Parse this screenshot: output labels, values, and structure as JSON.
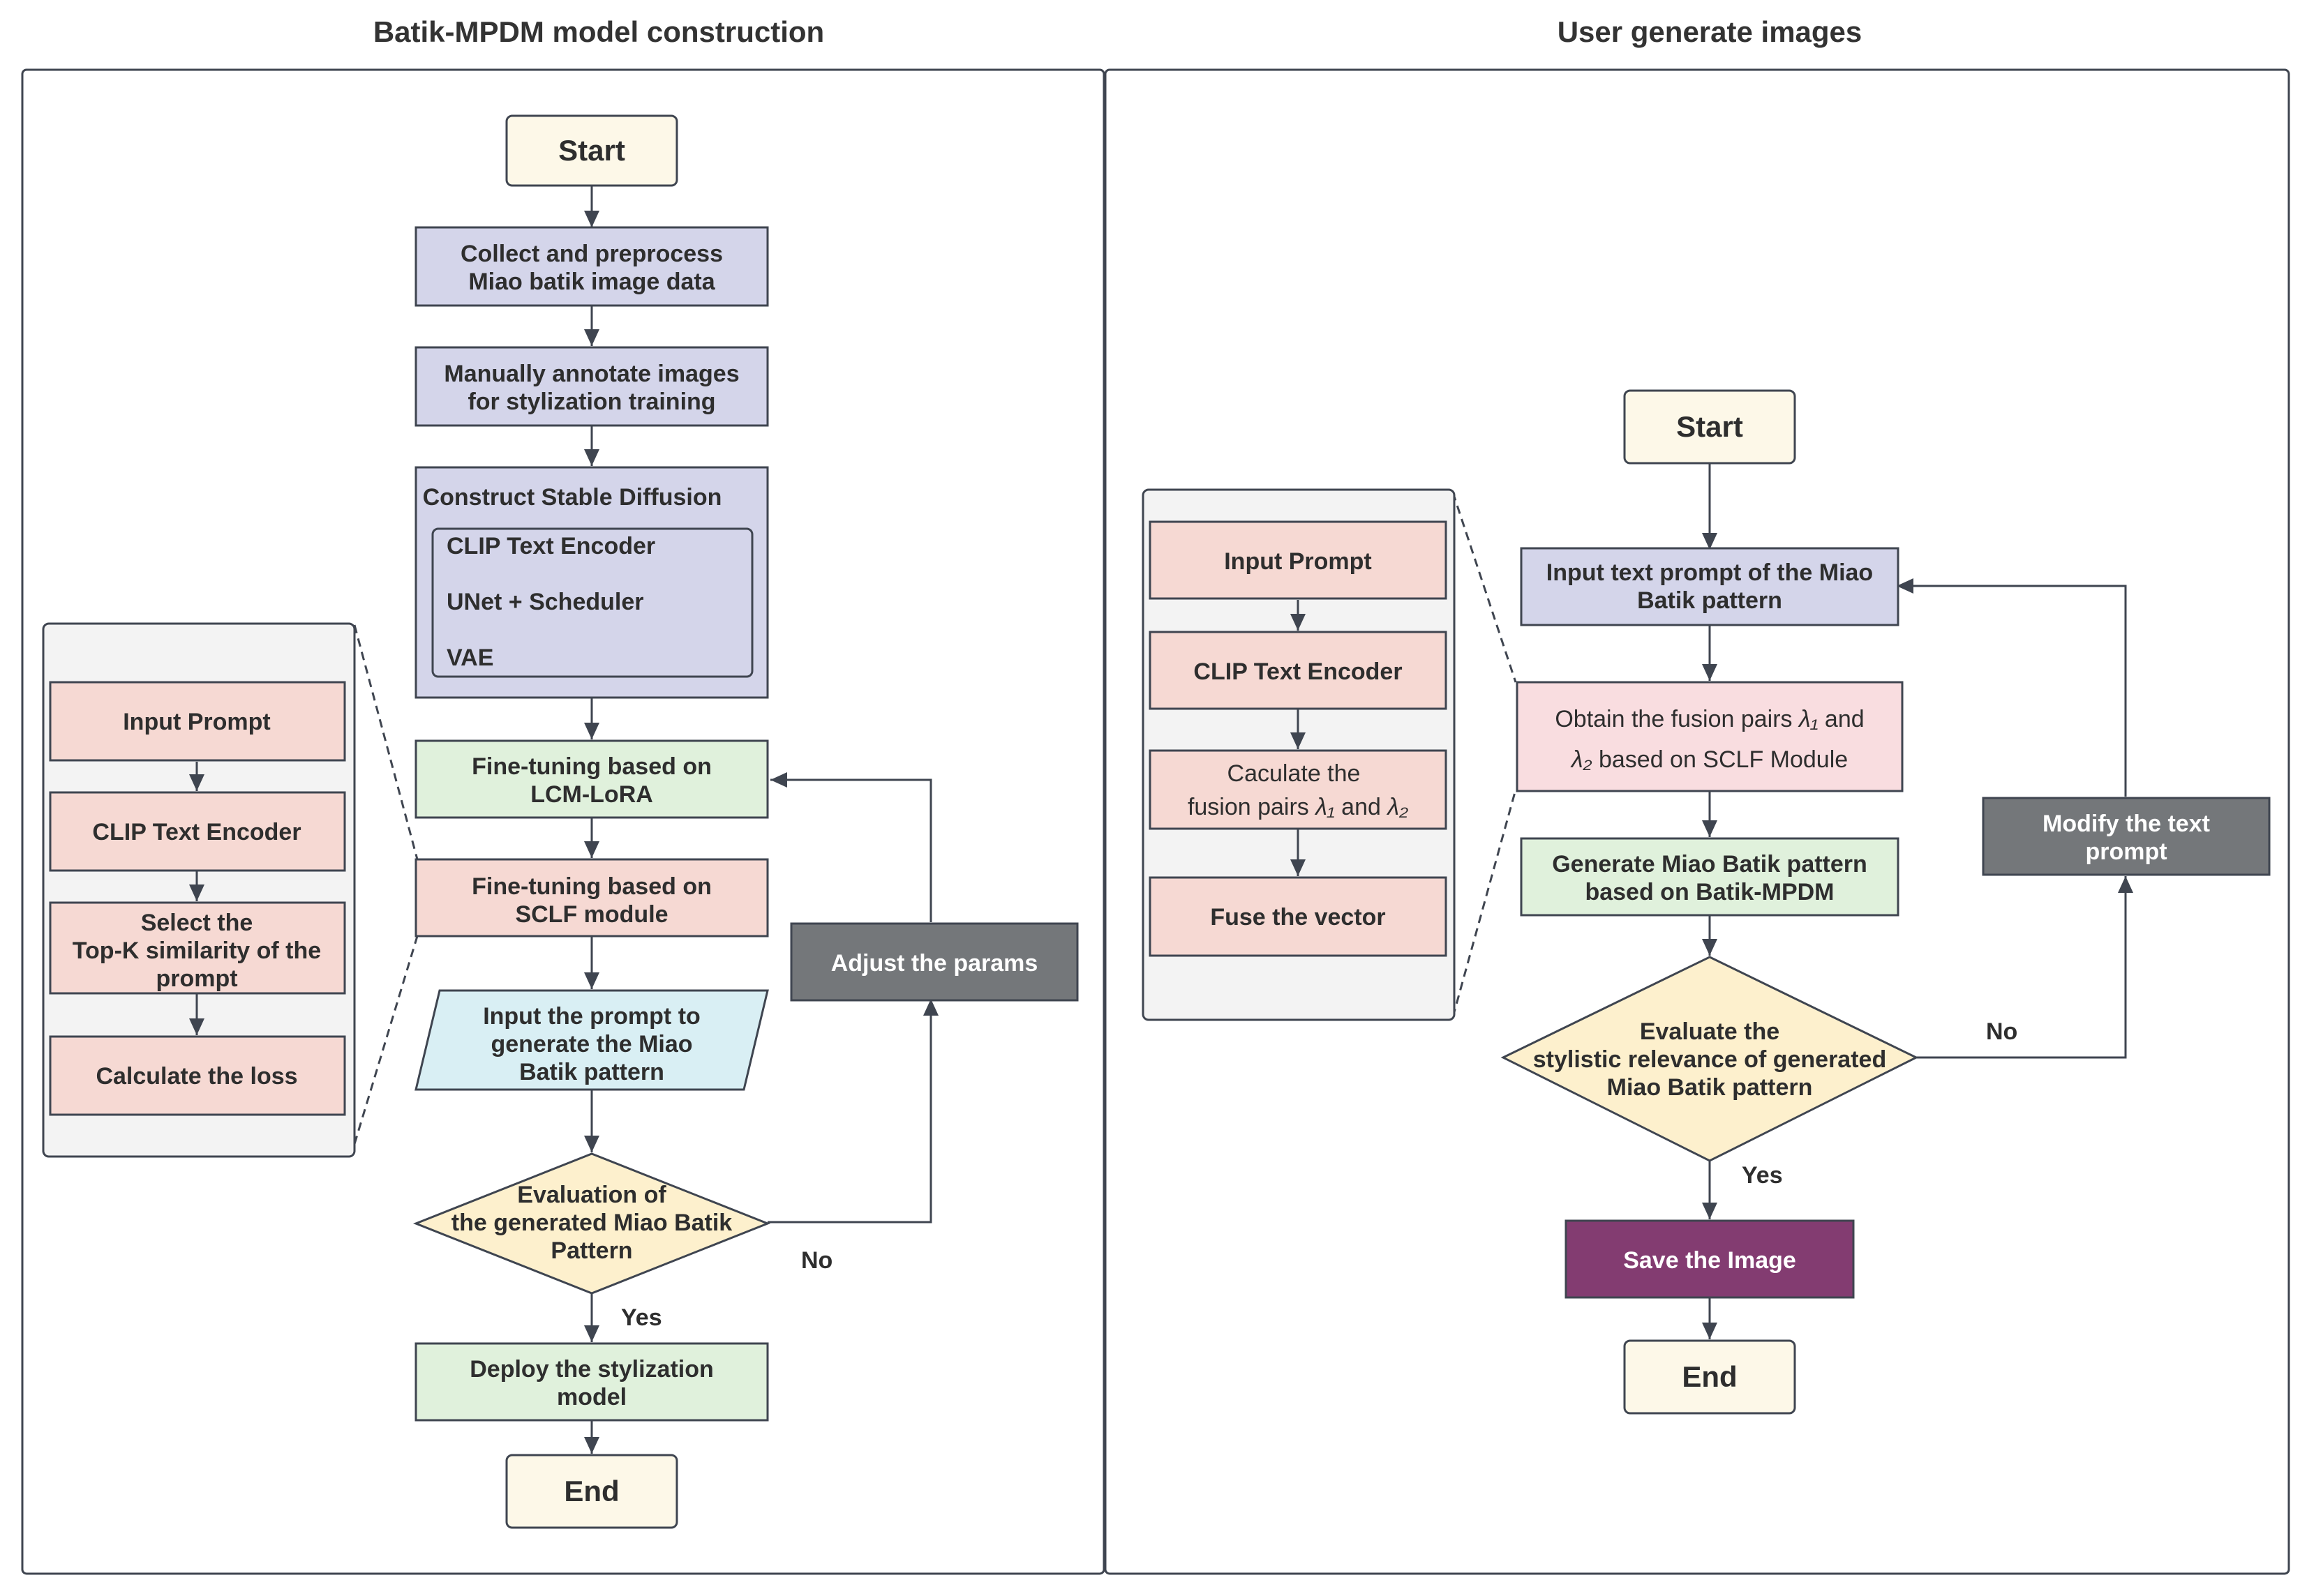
{
  "titles": {
    "left": "Batik-MPDM model construction",
    "right": "User generate images"
  },
  "colors": {
    "start_end": "#fdf8e8",
    "purple_step": "#d4d5ea",
    "pink_step": "#f6d9d3",
    "pink_fusion": "#f9dde0",
    "green_step": "#e0f1dc",
    "io_step": "#d9eff4",
    "decision": "#fdf0cd",
    "adjust": "#74777a",
    "save": "#833c71",
    "detail_panel": "#f3f3f3",
    "stroke": "#3f4550"
  },
  "left": {
    "start": "Start",
    "collect": [
      "Collect and preprocess",
      "Miao batik image data"
    ],
    "annotate": [
      "Manually annotate images",
      "for stylization training"
    ],
    "construct": {
      "title": "Construct Stable Diffusion",
      "items": [
        "CLIP Text Encoder",
        "UNet + Scheduler",
        "VAE"
      ]
    },
    "finetune_lcm": [
      "Fine-tuning based on",
      "LCM-LoRA"
    ],
    "finetune_sclf": [
      "Fine-tuning based on",
      "SCLF module"
    ],
    "input_prompt": [
      "Input the prompt to",
      "generate the Miao",
      "Batik pattern"
    ],
    "evaluation": [
      "Evaluation of",
      "the generated Miao Batik",
      "Pattern"
    ],
    "deploy": [
      "Deploy the stylization",
      "model"
    ],
    "end": "End",
    "adjust": "Adjust the params",
    "no_label": "No",
    "yes_label": "Yes",
    "detail": {
      "input_prompt": "Input Prompt",
      "clip": "CLIP Text Encoder",
      "select": [
        "Select the",
        "Top-K similarity of the",
        "prompt"
      ],
      "loss": "Calculate the loss"
    }
  },
  "right": {
    "start": "Start",
    "input_text": [
      "Input text prompt of the Miao",
      "Batik pattern"
    ],
    "obtain": {
      "line1_pre": "Obtain the fusion pairs ",
      "lambda1": "λ₁",
      "line1_post": " and",
      "lambda2": "λ₂",
      "line2_post": " based on SCLF Module"
    },
    "generate": [
      "Generate Miao Batik pattern",
      "based on Batik-MPDM"
    ],
    "evaluate": [
      "Evaluate the",
      "stylistic relevance of generated",
      "Miao Batik pattern"
    ],
    "save": "Save the Image",
    "end": "End",
    "modify": [
      "Modify the text",
      "prompt"
    ],
    "no_label": "No",
    "yes_label": "Yes",
    "detail": {
      "input_prompt": "Input Prompt",
      "clip": "CLIP Text Encoder",
      "calc_line1": "Caculate the",
      "calc_line2_pre": "fusion pairs ",
      "lambda1": "λ₁",
      "calc_and": " and ",
      "lambda2": "λ₂",
      "fuse": "Fuse the vector"
    }
  }
}
